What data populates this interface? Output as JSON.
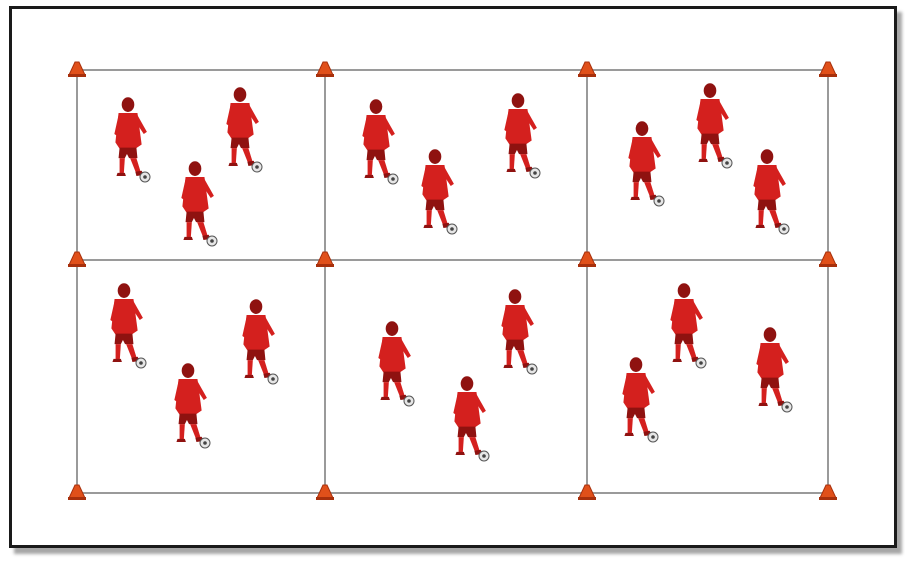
{
  "diagram": {
    "type": "soccer-drill-grid",
    "colors": {
      "frame": "#1a1a1a",
      "grid_line": "#9a9a9a",
      "cone": "#e0501a",
      "player": "#d4201e",
      "player_dark": "#8f1210",
      "ball": "#e6e6e6"
    },
    "grid": {
      "rows": 2,
      "columns": 3
    },
    "icons": {
      "cone": "cone-icon",
      "player": "soccer-player-icon",
      "ball": "soccer-ball-icon"
    },
    "players_per_area": 3
  }
}
